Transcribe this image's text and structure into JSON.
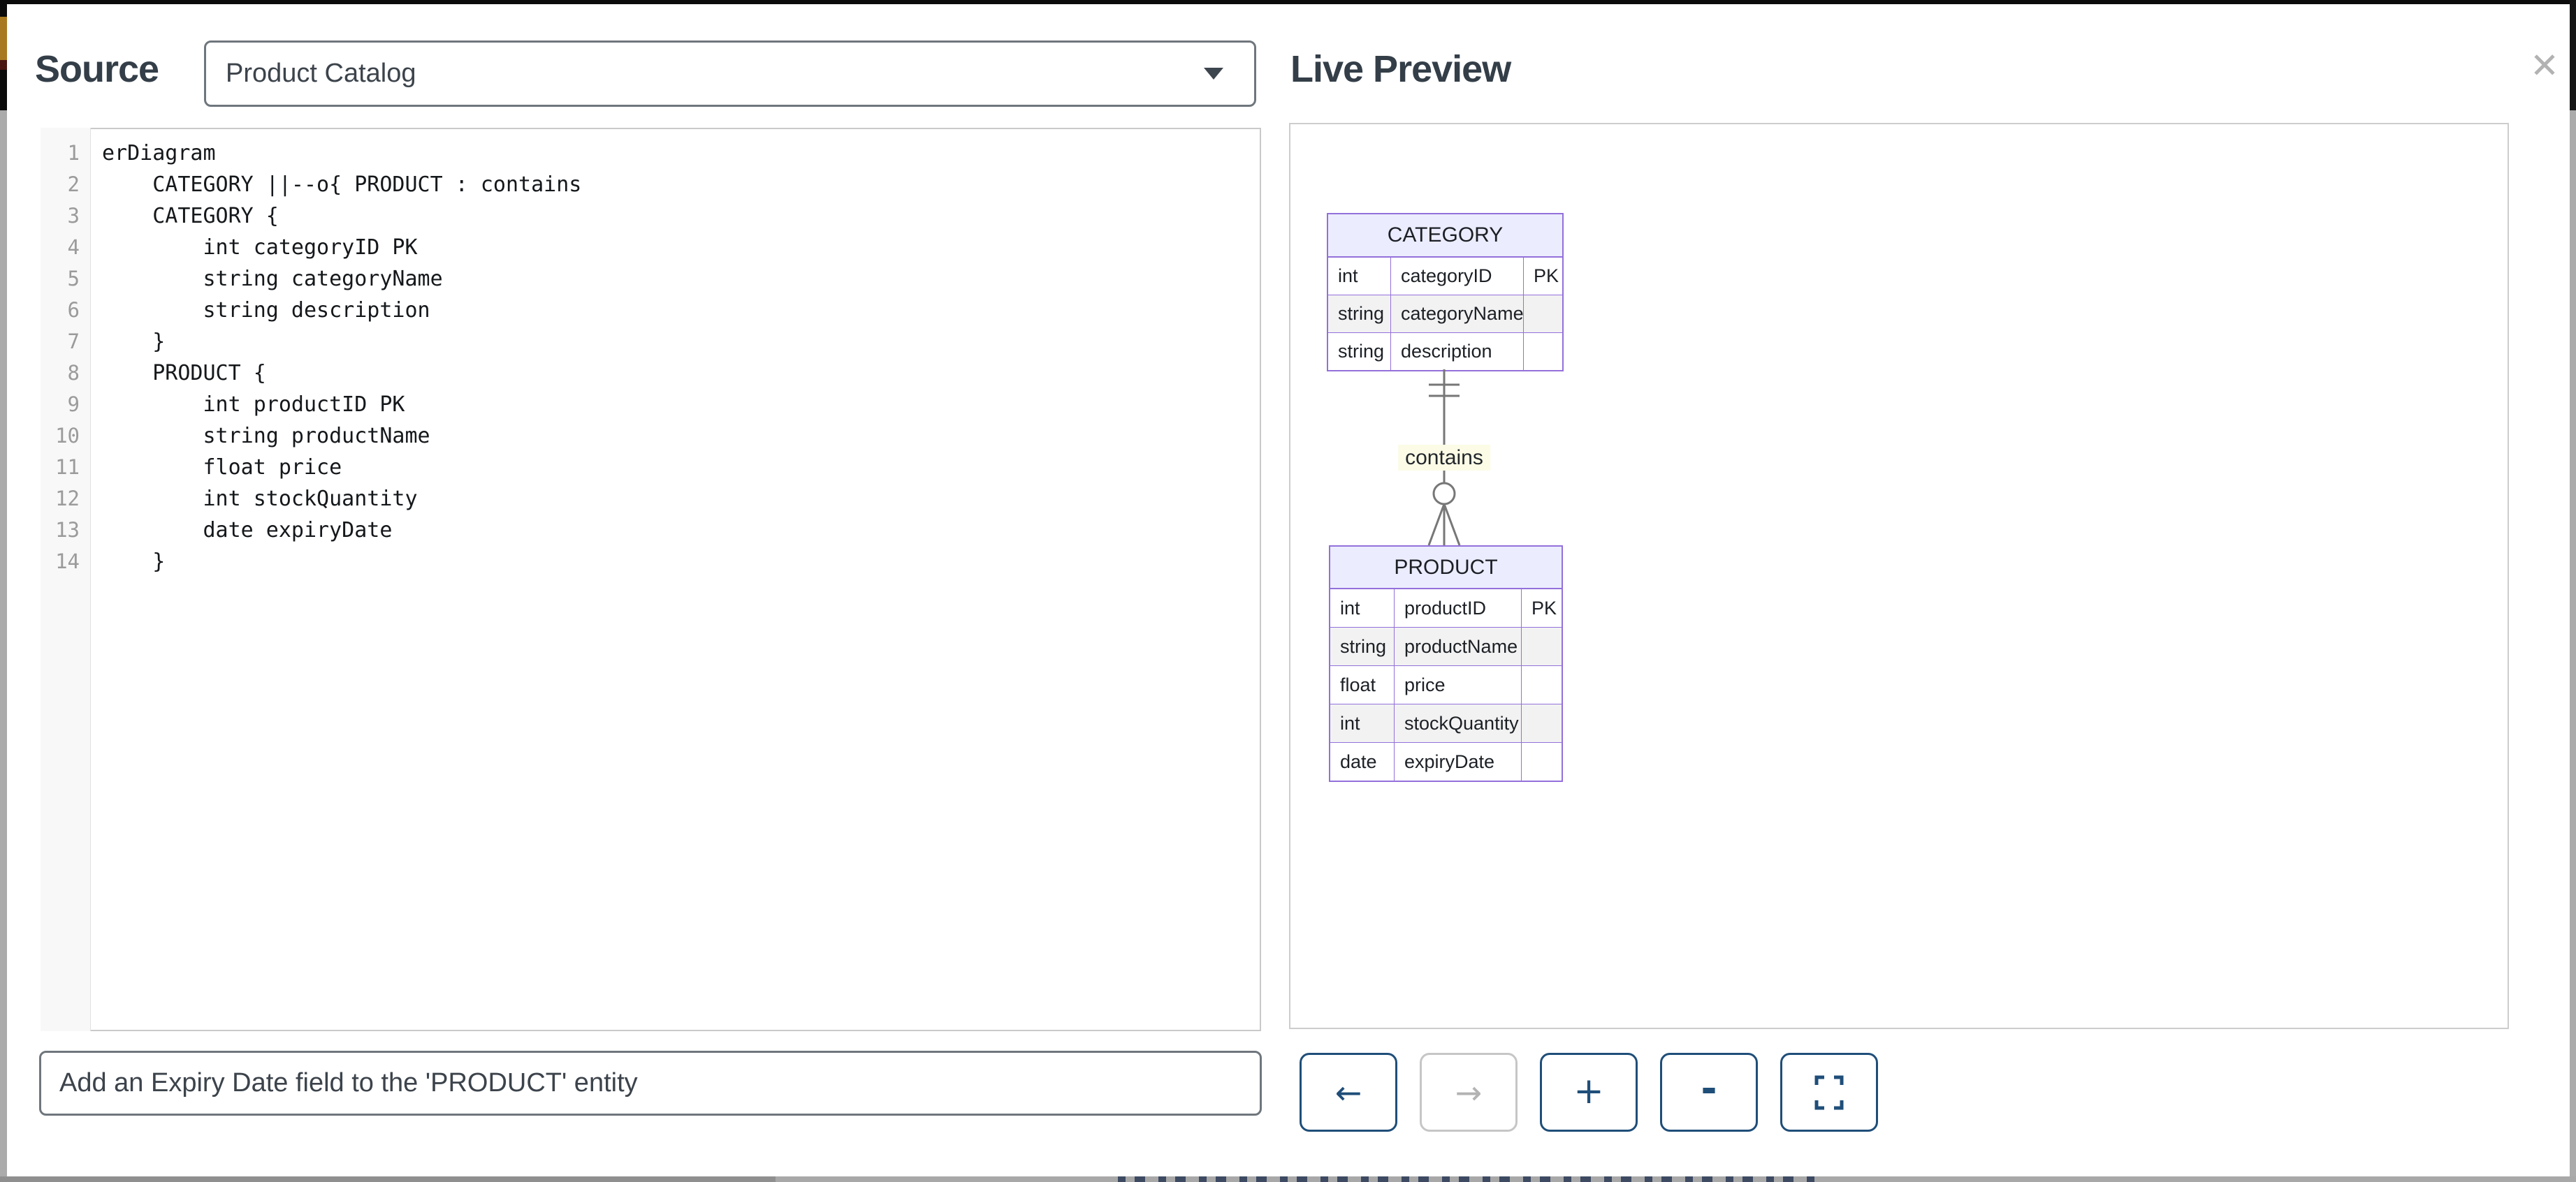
{
  "source_panel": {
    "title": "Source",
    "diagram_dropdown": {
      "value": "Product Catalog"
    },
    "editor": {
      "lines": [
        {
          "n": "1",
          "t": "erDiagram"
        },
        {
          "n": "2",
          "t": "    CATEGORY ||--o{ PRODUCT : contains"
        },
        {
          "n": "3",
          "t": "    CATEGORY {"
        },
        {
          "n": "4",
          "t": "        int categoryID PK"
        },
        {
          "n": "5",
          "t": "        string categoryName"
        },
        {
          "n": "6",
          "t": "        string description"
        },
        {
          "n": "7",
          "t": "    }"
        },
        {
          "n": "8",
          "t": "    PRODUCT {"
        },
        {
          "n": "9",
          "t": "        int productID PK"
        },
        {
          "n": "10",
          "t": "        string productName"
        },
        {
          "n": "11",
          "t": "        float price"
        },
        {
          "n": "12",
          "t": "        int stockQuantity"
        },
        {
          "n": "13",
          "t": "        date expiryDate"
        },
        {
          "n": "14",
          "t": "    }"
        }
      ]
    },
    "prompt_input": {
      "value": "Add an Expiry Date field to the 'PRODUCT' entity"
    }
  },
  "preview_panel": {
    "title": "Live Preview",
    "close_icon": "✕",
    "diagram": {
      "category": {
        "name": "CATEGORY",
        "rows": [
          [
            "int",
            "categoryID",
            "PK"
          ],
          [
            "string",
            "categoryName",
            ""
          ],
          [
            "string",
            "description",
            ""
          ]
        ]
      },
      "relationship": {
        "label": "contains",
        "from": "CATEGORY",
        "to": "PRODUCT",
        "cardinality": "one-to-zero-or-many"
      },
      "product": {
        "name": "PRODUCT",
        "rows": [
          [
            "int",
            "productID",
            "PK"
          ],
          [
            "string",
            "productName",
            ""
          ],
          [
            "float",
            "price",
            ""
          ],
          [
            "int",
            "stockQuantity",
            ""
          ],
          [
            "date",
            "expiryDate",
            ""
          ]
        ]
      }
    },
    "toolbar": {
      "back_label": "←",
      "forward_label": "→",
      "zoom_in_label": "+",
      "zoom_out_label": "-"
    }
  },
  "colors": {
    "accent_blue": "#1f4e79",
    "entity_border": "#9370DB",
    "entity_header_bg": "#ECECFF",
    "row_alt_bg": "#f2f2f2",
    "relationship_line": "#777777",
    "relationship_label_bg": "#fcfce6",
    "heading_text": "#333e48"
  }
}
